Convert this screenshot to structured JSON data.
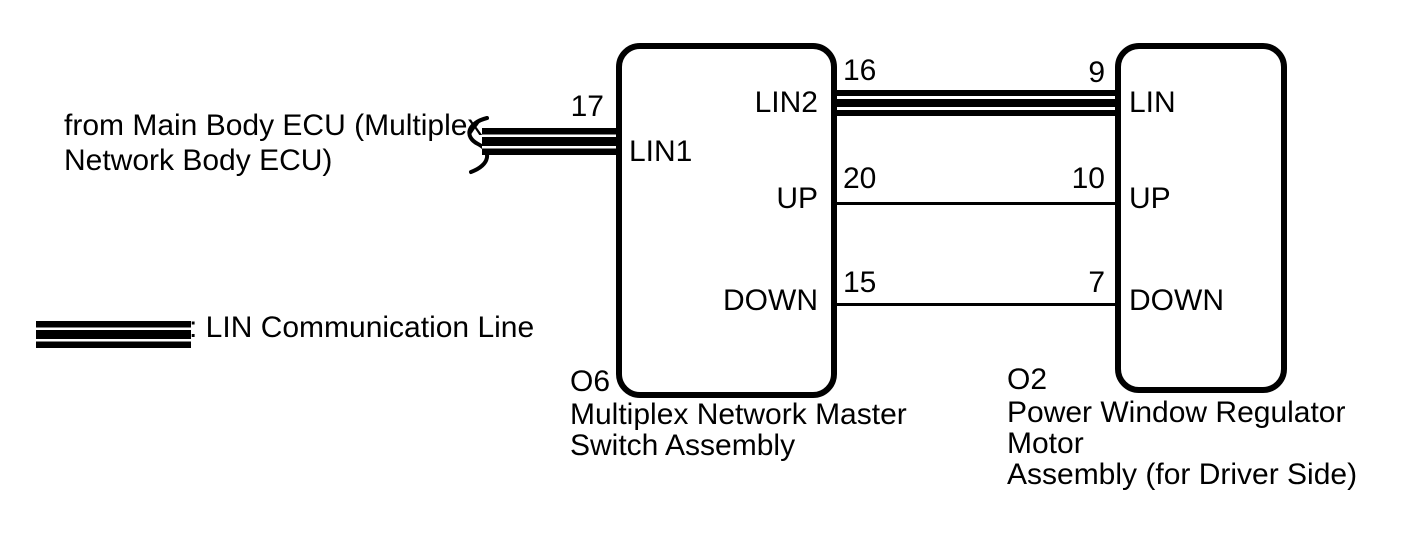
{
  "note": {
    "text": "from Main Body ECU (Multiplex\nNetwork Body ECU)"
  },
  "legend": {
    "label": ": LIN Communication Line"
  },
  "left_box": {
    "code": "O6",
    "name": "Multiplex Network Master\nSwitch Assembly",
    "pins": {
      "lin1": {
        "number": "17",
        "label": "LIN1"
      },
      "lin2": {
        "number": "16",
        "label": "LIN2"
      },
      "up": {
        "number": "20",
        "label": "UP"
      },
      "down": {
        "number": "15",
        "label": "DOWN"
      }
    }
  },
  "right_box": {
    "code": "O2",
    "name": "Power Window Regulator Motor\nAssembly (for Driver Side)",
    "pins": {
      "lin": {
        "number": "9",
        "label": "LIN"
      },
      "up": {
        "number": "10",
        "label": "UP"
      },
      "down": {
        "number": "7",
        "label": "DOWN"
      }
    }
  },
  "colors": {
    "line": "#000000",
    "background": "#ffffff"
  }
}
